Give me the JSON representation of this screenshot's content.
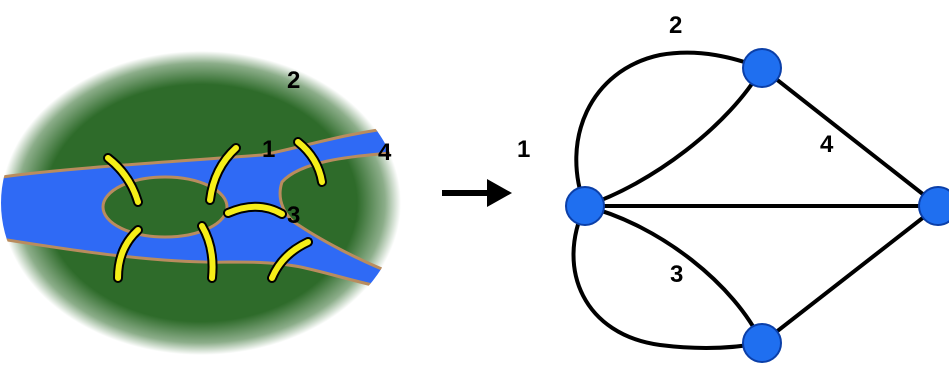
{
  "colors": {
    "land": "#2e6b2a",
    "water": "#2f6af5",
    "bank": "#b98c5e",
    "bridge": "#f5ee18",
    "bridge_outline": "#000000",
    "edge": "#000000",
    "node_fill": "#1f6ff0",
    "node_stroke": "#0b3fa8",
    "arrow": "#000000",
    "background": "#ffffff"
  },
  "map": {
    "labels": [
      "1",
      "2",
      "3",
      "4"
    ],
    "bridge_count": 7
  },
  "graph": {
    "labels": [
      "1",
      "2",
      "3",
      "4"
    ],
    "node_count": 4,
    "edge_count": 7
  },
  "arrow_icon": "right-arrow-icon"
}
